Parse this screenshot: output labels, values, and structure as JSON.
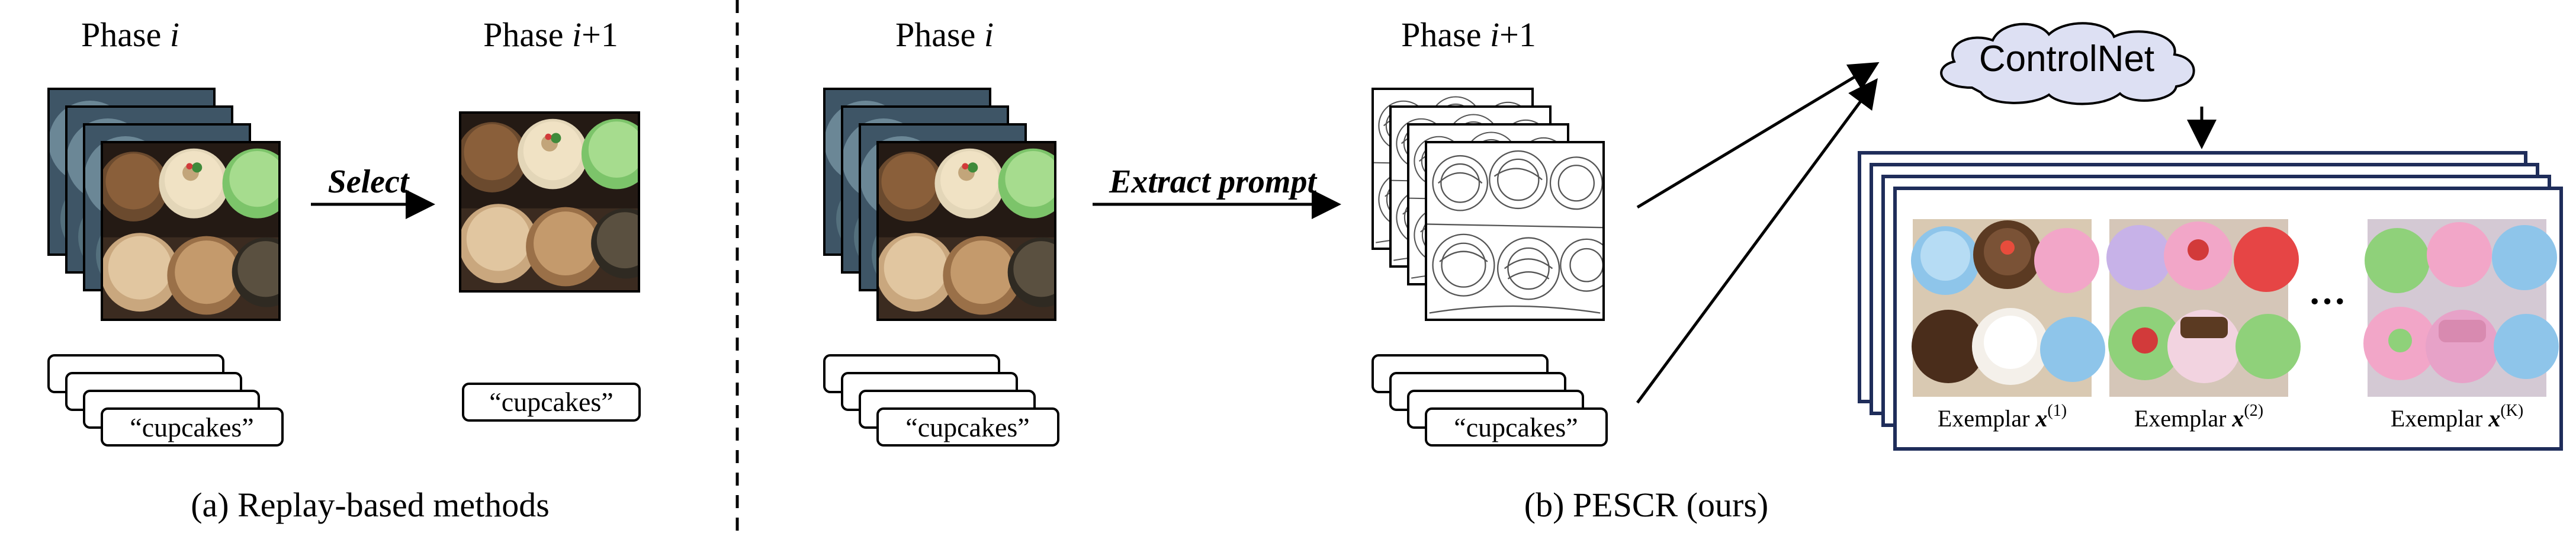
{
  "panel_a": {
    "phase_prev": "Phase",
    "phase_prev_var": "i",
    "phase_next": "Phase",
    "phase_next_var": "i",
    "phase_next_suffix": "+1",
    "action": "Select",
    "stack_label": "“cupcakes”",
    "selected_label": "“cupcakes”",
    "caption": "(a) Replay-based methods"
  },
  "panel_b": {
    "phase_prev": "Phase",
    "phase_prev_var": "i",
    "phase_next": "Phase",
    "phase_next_var": "i",
    "phase_next_suffix": "+1",
    "action": "Extract prompt",
    "stack_label": "“cupcakes”",
    "prompt_label": "“cupcakes”",
    "generator": "ControlNet",
    "ellipsis": "···",
    "exemplars": [
      {
        "prefix": "Exemplar",
        "var": "x",
        "sup": "(1)"
      },
      {
        "prefix": "Exemplar",
        "var": "x",
        "sup": "(2)"
      },
      {
        "prefix": "Exemplar",
        "var": "x",
        "sup": "(K)"
      }
    ],
    "caption": "(b) PESCR (ours)"
  },
  "colors": {
    "frosting_green": "#8fd17a",
    "frosting_pink": "#f2a6c8",
    "frosting_blue": "#8ec5ea",
    "frosting_cream": "#f0e2c4",
    "chocolate": "#5b3a22",
    "cloud_fill": "#dde0f3",
    "exemplar_border": "#1f2d5a"
  }
}
